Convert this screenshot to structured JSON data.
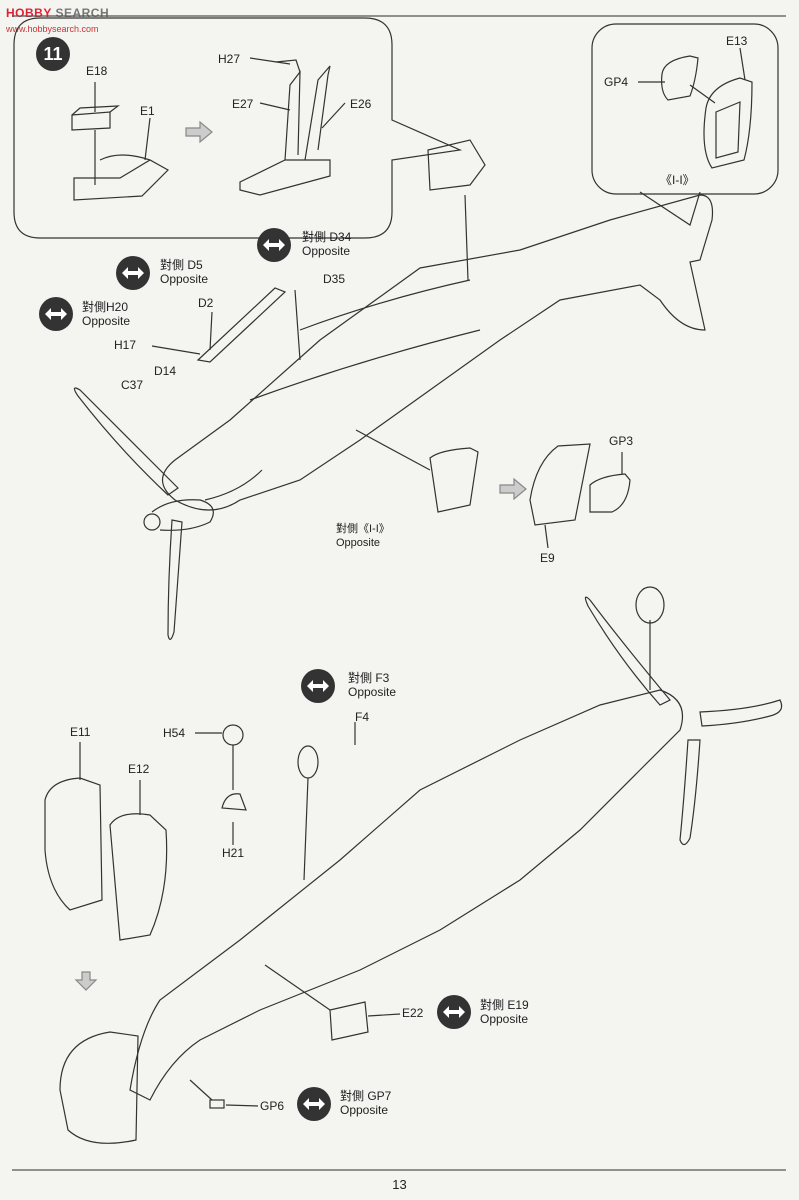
{
  "watermark": {
    "brand_a": "HOBBY ",
    "brand_b": "SEARCH",
    "url": "www.hobbysearch.com"
  },
  "step_number": "11",
  "page_number": "13",
  "opposite_text": "Opposite",
  "opposite_prefix": "對側",
  "inset_top_left": {
    "parts": [
      "E18",
      "E1",
      "H27",
      "E27",
      "E26"
    ]
  },
  "inset_top_right": {
    "parts": [
      "E13",
      "GP4"
    ],
    "section": "《I-I》"
  },
  "callouts": {
    "d34": "對側 D34",
    "d5": "對側 D5",
    "h20": "對側H20",
    "f3": "對側 F3",
    "e19": "對側 E19",
    "gp7": "對側 GP7",
    "ii": "對側《I-I》"
  },
  "upper_parts": [
    "D35",
    "D2",
    "H17",
    "D14",
    "C37",
    "GP3",
    "E9"
  ],
  "lower_parts": [
    "E11",
    "E12",
    "H54",
    "H21",
    "F4",
    "E22",
    "GP6"
  ]
}
